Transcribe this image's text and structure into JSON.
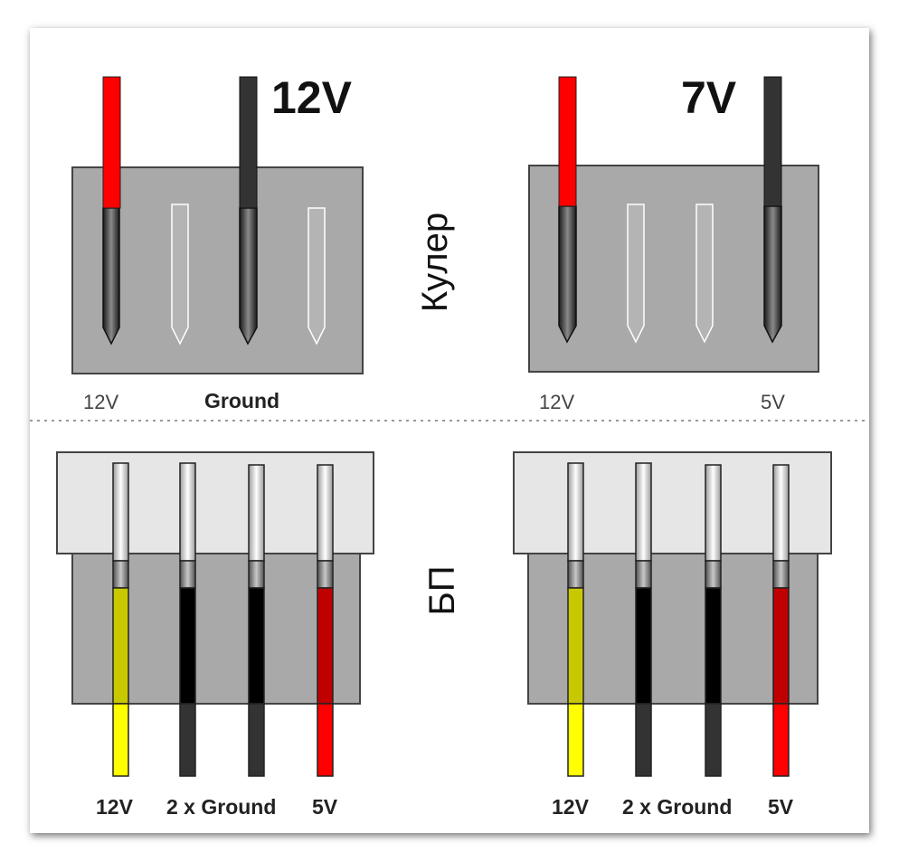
{
  "labels": {
    "fan_voltage_left": "12V",
    "fan_voltage_right": "7V",
    "fan_side": "Кулер",
    "psu_side": "БП",
    "fan_left_pin1": "12V",
    "fan_left_pin3": "Ground",
    "fan_right_pin1": "12V",
    "fan_right_pin4": "5V",
    "psu_left_pin1": "12V",
    "psu_left_mid": "2 x Ground",
    "psu_left_pin4": "5V",
    "psu_right_pin1": "12V",
    "psu_right_mid": "2 x Ground",
    "psu_right_pin4": "5V"
  },
  "colors": {
    "red": "#ff0000",
    "dark_red": "#c00000",
    "black_wire": "#333333",
    "yellow": "#ffff00",
    "olive": "#c8c800",
    "housing_gray": "#a9a9a9",
    "housing_light": "#e6e6e6",
    "black": "#000000"
  },
  "fan_wires_left": [
    "red",
    null,
    "black_wire",
    null
  ],
  "fan_wires_right": [
    "red",
    null,
    null,
    "black_wire"
  ],
  "psu_wires": [
    "yellow",
    "black_wire",
    "black_wire",
    "red"
  ]
}
